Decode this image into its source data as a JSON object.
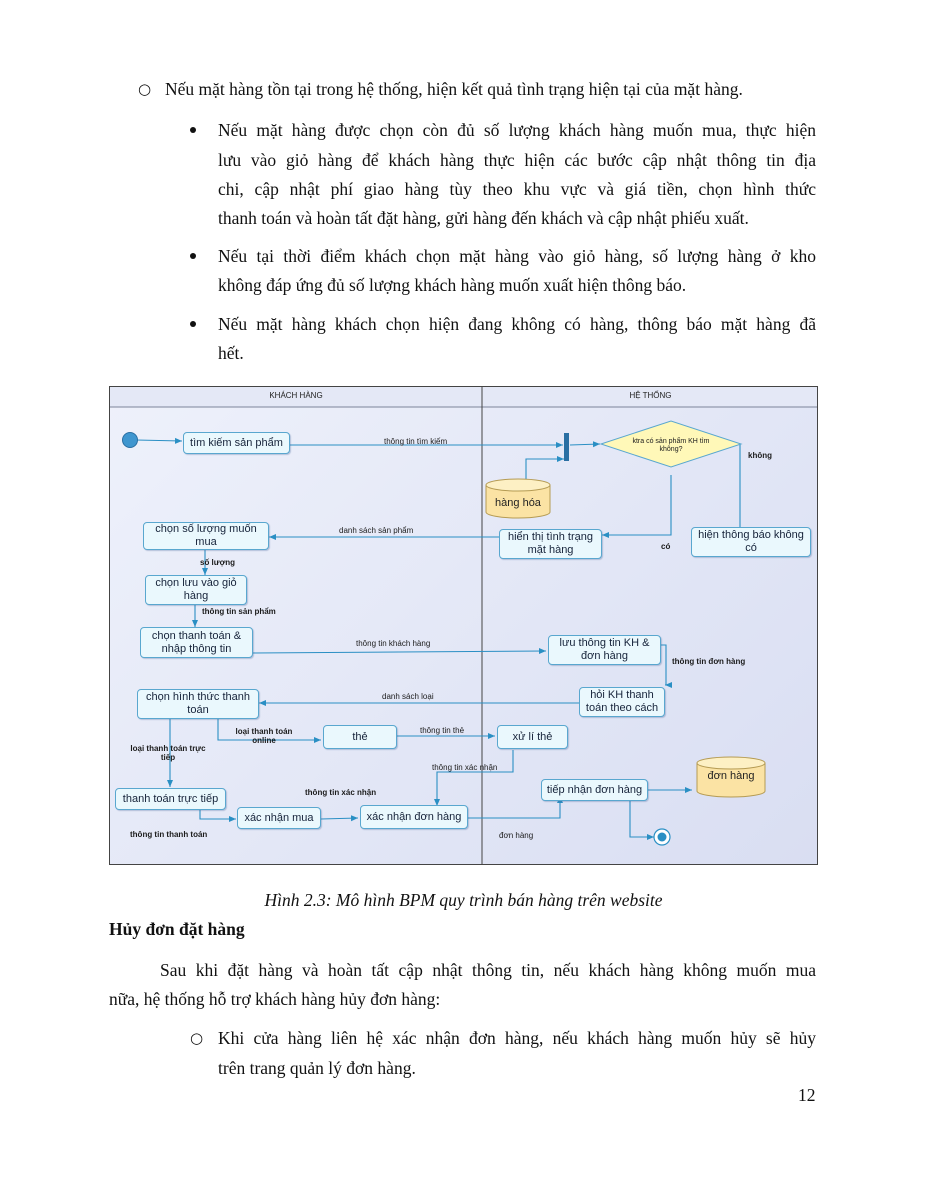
{
  "top": {
    "sub_bullet": "Nếu mặt hàng tồn tại trong hệ thống, hiện kết quả tình trạng hiện tại của mặt hàng.",
    "bullets": [
      {
        "lines": [
          "Nếu mặt hàng được chọn còn đủ số lượng khách hàng muốn mua, thực hiện",
          "lưu vào giỏ hàng để khách hàng thực hiện các bước cập nhật thông tin địa",
          "chi, cập nhật phí giao hàng tùy theo khu vực và giá tiền, chọn hình thức",
          "thanh toán và hoàn tất đặt hàng, gửi hàng đến khách và cập nhật phiếu xuất."
        ]
      },
      {
        "lines": [
          "Nếu tại thời điểm khách chọn mặt hàng vào giỏ hàng, số lượng hàng ở kho",
          "không đáp ứng đủ số lượng khách hàng muốn xuất hiện thông báo."
        ]
      },
      {
        "lines": [
          "Nếu mặt hàng khách chọn hiện đang không có hàng, thông báo mặt hàng đã",
          "hết."
        ]
      }
    ]
  },
  "diagram": {
    "lanes": {
      "left": "KHÁCH HÀNG",
      "right": "HỆ THỐNG"
    },
    "nodes": {
      "tim_kiem": "tìm kiếm sản phẩm",
      "ktra": "ktra có sản phẩm KH tìm không?",
      "hang_hoa": "hàng hóa",
      "chon_so_luong": "chọn số lượng muốn mua",
      "hien_thi": "hiển thị tình trạng mặt hàng",
      "hien_thong_bao": "hiện thông báo không có",
      "chon_luu": "chọn lưu vào giỏ hàng",
      "chon_thanh_toan": "chọn thanh toán & nhập thông tin",
      "luu_thong_tin": "lưu thông tin KH & đơn hàng",
      "hoi_kh": "hỏi KH thanh toán theo cách",
      "chon_hinh_thuc": "chọn hình thức thanh toán",
      "the": "thẻ",
      "xu_li_the": "xử lí thẻ",
      "tiep_nhan": "tiếp nhận đơn hàng",
      "don_hang_db": "đơn hàng",
      "tt_truc_tiep": "thanh toán trực tiếp",
      "xac_nhan_mua": "xác nhận mua",
      "xac_nhan_don": "xác nhận đơn hàng"
    },
    "edges": {
      "thong_tin_tim_kiem": "thông tin tìm kiếm",
      "khong": "không",
      "danh_sach_san_pham": "danh sách sản phẩm",
      "co": "có",
      "so_luong": "số lượng",
      "thong_tin_san_pham": "thông tin sản phẩm",
      "thong_tin_khach_hang": "thông tin khách hàng",
      "thong_tin_don_hang": "thông tin đơn hàng",
      "danh_sach_loai": "danh sách loại",
      "loai_online": "loại thanh toán online",
      "thong_tin_the": "thông tin thẻ",
      "loai_truc_tiep": "loại thanh toán trực tiếp",
      "thong_tin_xac_nhan_1": "thông tin xác nhận",
      "thong_tin_xac_nhan_2": "thông tin xác nhận",
      "thong_tin_thanh_toan": "thông tin thanh toán",
      "don_hang": "đơn hàng"
    }
  },
  "caption": "Hình 2.3: Mô hình BPM quy trình bán hàng trên website",
  "section_heading": "Hủy đơn đặt hàng",
  "para": {
    "line1": "Sau khi đặt hàng và hoàn tất cập nhật thông tin, nếu khách hàng không muốn mua",
    "line2": "nữa, hệ thống hỗ trợ khách hàng hủy đơn hàng:"
  },
  "bottom": {
    "sub_bullet_lines": [
      "Khi cửa hàng liên hệ xác nhận đơn hàng, nếu khách hàng muốn hủy sẽ hủy",
      "trên trang quản lý đơn hàng."
    ]
  },
  "page_number": "12"
}
